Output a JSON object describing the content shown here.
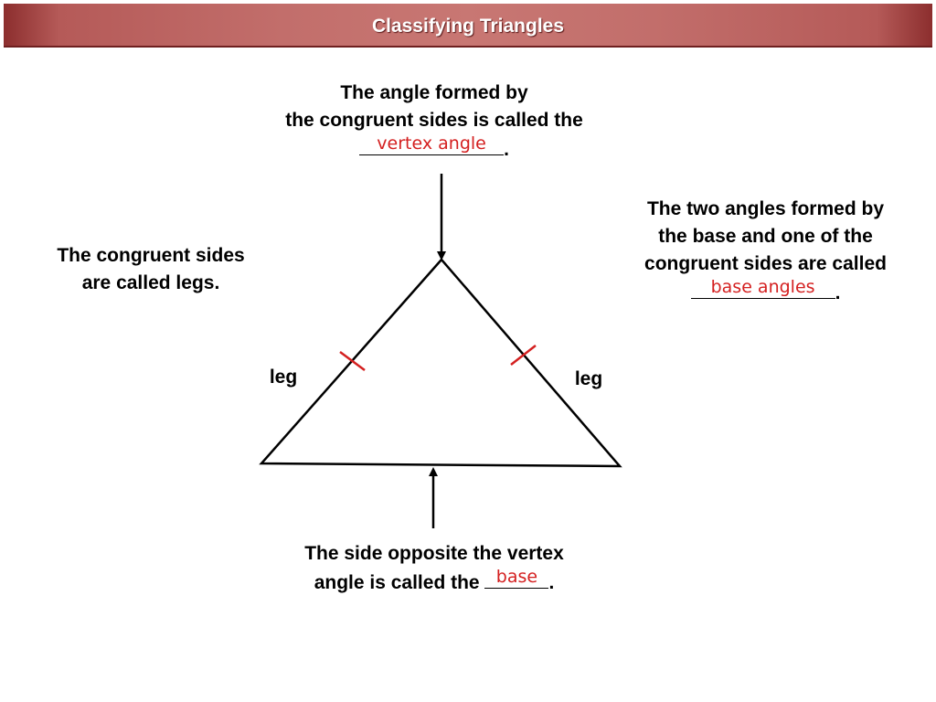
{
  "header": {
    "title": "Classifying Triangles"
  },
  "vertex_note": {
    "line1": "The angle formed by",
    "line2": "the congruent sides is called the",
    "answer": "vertex angle",
    "period": "."
  },
  "base_angles_note": {
    "line1": "The two angles formed by",
    "line2": "the base and one of the",
    "line3": "congruent sides are called",
    "answer": "base angles",
    "period": "."
  },
  "legs_note": {
    "line1": "The congruent sides",
    "line2": "are called legs."
  },
  "base_note": {
    "line1": "The side opposite the vertex",
    "line2_prefix": "angle is called the",
    "answer": "base",
    "period": "."
  },
  "labels": {
    "left_leg": "leg",
    "right_leg": "leg"
  },
  "colors": {
    "title_bar": "#c26e6b",
    "answer": "#d42020",
    "tick": "#d42020"
  }
}
